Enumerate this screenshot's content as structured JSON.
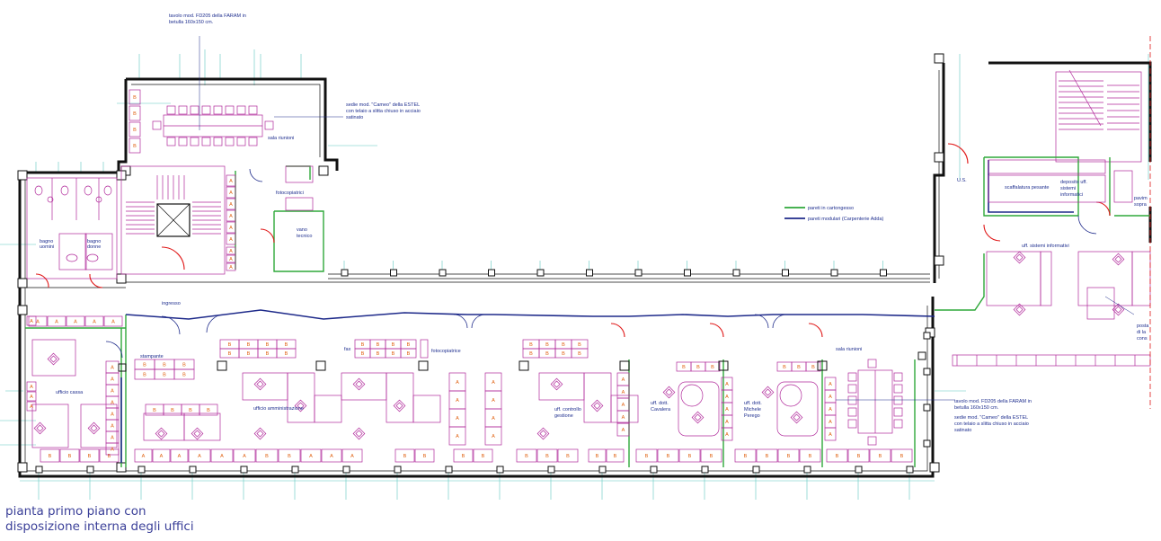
{
  "caption": {
    "line1": "pianta primo piano con",
    "line2": "disposizione interna degli uffici"
  },
  "notes": {
    "top_table_1": "tavolo mod. FD205 della FARAM in",
    "top_table_2": "betulla 160x150 cm.",
    "top_chairs_1": "sedie mod. \"Cameo\" della ESTEL",
    "top_chairs_2": "con telaio a slitta chiuso in acciaio",
    "top_chairs_3": "satinato",
    "right_table_1": "tavolo mod. FD205 della FARAM in",
    "right_table_2": "betulla 160x150 cm.",
    "right_chairs_1": "sedie mod. \"Cameo\" della ESTEL",
    "right_chairs_2": "con telaio a slitta chiuso in acciaio",
    "right_chairs_3": "satinato"
  },
  "legend": {
    "plasterboard": "pareti in cartongesso",
    "modular": "pareti modulari (Carpenterie Adda)",
    "colors": {
      "plasterboard": "#2fa83a",
      "modular": "#1e2a8a"
    }
  },
  "rooms": {
    "sala_riunioni_top": "sala riunioni",
    "fotocopiatrici": "fotocopiatrici",
    "vano_tecnico_1": "vano",
    "vano_tecnico_2": "tecnico",
    "bagno_uomini_1": "bagno",
    "bagno_uomini_2": "uomini",
    "bagno_donne_1": "bagno",
    "bagno_donne_2": "donne",
    "ingresso": "ingresso",
    "stampante": "stampante",
    "fax": "fax",
    "fotocopiatrice": "fotocopiatrice",
    "ufficio_cassa": "ufficio cassa",
    "ufficio_amministrazione": "ufficio amministrazione",
    "controllo_1": "uff. controllo",
    "controllo_2": "gestione",
    "cavalera_1": "uff. dott.",
    "cavalera_2": "Cavalera",
    "perego_1": "uff. dott.",
    "perego_2": "Michele",
    "perego_3": "Perego",
    "sala_riunioni_right": "sala riunioni",
    "us": "U.S.",
    "scaffalatura": "scaffalatura pesante",
    "deposito_1": "deposito uff.",
    "deposito_2": "sistemi",
    "deposito_3": "informatici",
    "sistemi_informativi": "uff. sistemi informativi",
    "pavim_1": "pavim",
    "pavim_2": "sopra",
    "post_1": "posta",
    "post_2": "di la",
    "post_3": "cons"
  },
  "furniture_codes": {
    "a": "A",
    "b": "B"
  },
  "colors": {
    "wall": "#111111",
    "furniture": "#b0289a",
    "furniture_code": "#e06010",
    "door": "#e01818",
    "grid": "#5fc8c0",
    "plasterboard": "#2fa83a",
    "modular": "#1e2a8a",
    "text": "#1f2f8f"
  }
}
